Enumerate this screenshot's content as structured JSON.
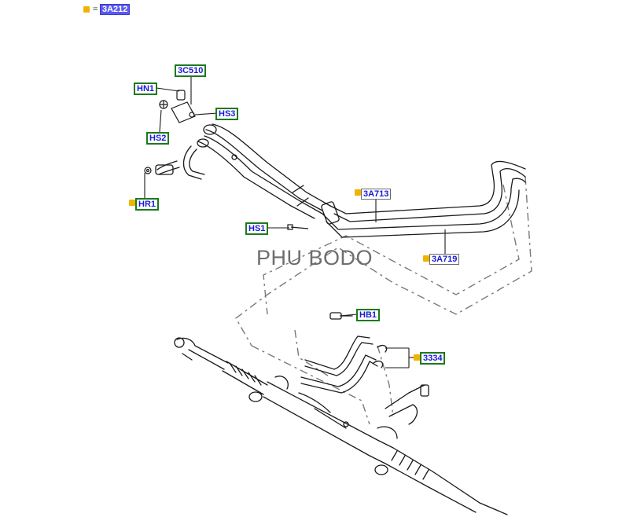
{
  "legend": {
    "marker_color": "#f0b400",
    "equals": "=",
    "code": "3A212"
  },
  "watermark": "PHU BODO",
  "callouts": {
    "c3C510": "3C510",
    "HN1": "HN1",
    "HS3": "HS3",
    "HS2": "HS2",
    "HR1": "HR1",
    "c3A713": "3A713",
    "HS1": "HS1",
    "c3A719": "3A719",
    "HB1": "HB1",
    "c3334": "3334"
  },
  "colors": {
    "label_text": "#1a1ad6",
    "label_border": "#1c7a1c",
    "highlight": "#5a5af0",
    "marker": "#f0b400",
    "line": "#1a1a1a"
  }
}
